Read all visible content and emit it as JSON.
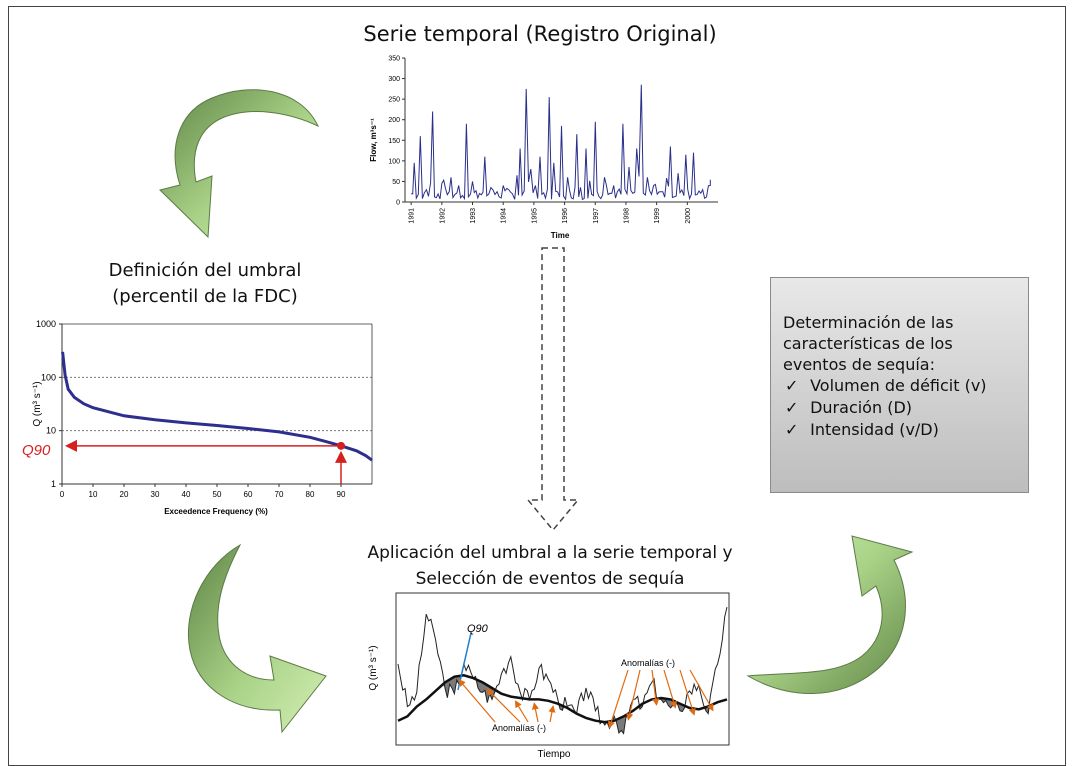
{
  "titles": {
    "series": "Serie temporal (Registro Original)",
    "threshold_line1": "Definición del umbral",
    "threshold_line2": "(percentil de la FDC)",
    "application_line1": "Aplicación del umbral a la serie temporal y",
    "application_line2": "Selección de eventos de sequía"
  },
  "characteristics_box": {
    "intro_lines": [
      "Determinación de las",
      "características de los",
      "eventos de sequía:"
    ],
    "check_glyph": "✓",
    "items": [
      "Volumen de déficit (v)",
      "Duración (D)",
      "Intensidad (v/D)"
    ]
  },
  "colors": {
    "arrow_green_light": "#c6e6a4",
    "arrow_green_dark": "#6b8f4e",
    "series_line": "#2a2f8a",
    "fdc_line": "#2d2f8c",
    "fdc_marker": "#d62020",
    "q90_line": "#1e7fd0",
    "anomaly_arrow": "#e06a10",
    "deficit_fill": "#7a7a7a",
    "gray_box": "#c8c8c8"
  },
  "chart_data": [
    {
      "type": "line",
      "title": "",
      "xlabel": "Time",
      "ylabel": "Flow, m³s⁻¹",
      "ylim": [
        0,
        350
      ],
      "yticks": [
        "0",
        "50",
        "100",
        "150",
        "200",
        "250",
        "300",
        "350"
      ],
      "xticks": [
        "1991",
        "1992",
        "1993",
        "1994",
        "1995",
        "1996",
        "1997",
        "1998",
        "1999",
        "2000"
      ],
      "series": [
        {
          "x": [
            1991.0,
            1991.1,
            1991.3,
            1991.5,
            1991.7,
            1992.0,
            1992.3,
            1992.55,
            1992.8,
            1993.0,
            1993.4,
            1993.6,
            1993.8,
            1994.0,
            1994.3,
            1994.45,
            1994.55,
            1994.75,
            1994.9,
            1995.05,
            1995.2,
            1995.5,
            1995.65,
            1995.9,
            1996.1,
            1996.4,
            1996.7,
            1997.0,
            1997.3,
            1997.6,
            1997.9,
            1998.1,
            1998.35,
            1998.5,
            1998.7,
            1998.9,
            1999.2,
            1999.45,
            1999.7,
            1999.95,
            2000.2,
            2000.5,
            2000.75
          ],
          "y": [
            20,
            95,
            160,
            30,
            220,
            45,
            60,
            40,
            190,
            50,
            110,
            35,
            25,
            40,
            20,
            65,
            130,
            275,
            80,
            40,
            110,
            255,
            95,
            185,
            60,
            165,
            130,
            195,
            60,
            40,
            190,
            85,
            130,
            285,
            60,
            40,
            25,
            135,
            70,
            115,
            120,
            30,
            40
          ]
        }
      ]
    },
    {
      "type": "line",
      "title": "",
      "xlabel": "Exceedence Frequency (%)",
      "ylabel": "Q (m³ s⁻¹)",
      "yscale": "log",
      "ylim": [
        1,
        1000
      ],
      "xlim": [
        0,
        100
      ],
      "yticks": [
        "1",
        "10",
        "100",
        "1000"
      ],
      "xticks": [
        "0",
        "10",
        "20",
        "30",
        "40",
        "50",
        "60",
        "70",
        "80",
        "90"
      ],
      "annotations": [
        "Q90"
      ],
      "series": [
        {
          "x": [
            0.2,
            1,
            2,
            4,
            7,
            10,
            20,
            30,
            40,
            50,
            60,
            70,
            80,
            85,
            90,
            95,
            98,
            100
          ],
          "y": [
            300,
            110,
            60,
            42,
            32,
            27,
            19,
            16,
            14,
            12.5,
            11,
            9.5,
            7.5,
            6.3,
            5.2,
            4.2,
            3.4,
            2.8
          ]
        }
      ],
      "marker": {
        "x": 90,
        "y": 5.2,
        "label": "Q90"
      }
    },
    {
      "type": "line",
      "title": "",
      "xlabel": "Tiempo",
      "ylabel": "Q (m³ s⁻¹)",
      "annotations": [
        "Q90",
        "Anomalías (-)",
        "Anomalías (-)"
      ],
      "series": [
        {
          "name": "Q",
          "values": [
            0.55,
            0.25,
            0.35,
            0.9,
            0.72,
            0.38,
            0.34,
            0.55,
            0.45,
            0.35,
            0.3,
            0.48,
            0.6,
            0.35,
            0.3,
            0.52,
            0.44,
            0.3,
            0.25,
            0.2,
            0.38,
            0.22,
            0.12,
            0.18,
            0.06,
            0.3,
            0.25,
            0.42,
            0.3,
            0.24,
            0.22,
            0.36,
            0.4,
            0.2,
            0.55,
            0.95
          ]
        },
        {
          "name": "Q90",
          "values": [
            0.15,
            0.18,
            0.25,
            0.3,
            0.36,
            0.42,
            0.46,
            0.47,
            0.45,
            0.42,
            0.38,
            0.34,
            0.32,
            0.31,
            0.3,
            0.3,
            0.29,
            0.27,
            0.24,
            0.2,
            0.17,
            0.15,
            0.14,
            0.15,
            0.18,
            0.22,
            0.27,
            0.3,
            0.31,
            0.3,
            0.27,
            0.24,
            0.23,
            0.25,
            0.28,
            0.3
          ]
        }
      ]
    }
  ]
}
